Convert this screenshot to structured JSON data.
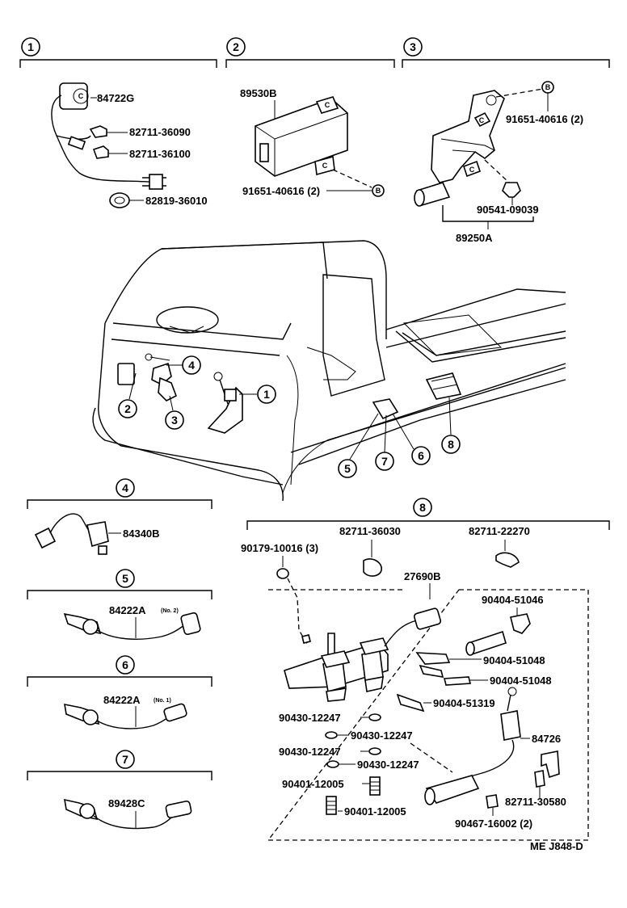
{
  "sections": {
    "s1": "1",
    "s2": "2",
    "s3": "3",
    "s4": "4",
    "s5": "5",
    "s6": "6",
    "s7": "7",
    "s8": "8"
  },
  "callouts": {
    "c1": "1",
    "c2": "2",
    "c3": "3",
    "c4": "4",
    "c5": "5",
    "c6": "6",
    "c7": "7",
    "c8": "8",
    "b1": "B",
    "b2": "B"
  },
  "parts": {
    "p84722G": "84722G",
    "p82711_36090": "82711-36090",
    "p82711_36100": "82711-36100",
    "p82819_36010": "82819-36010",
    "p89530B": "89530B",
    "p91651_40616_a": "91651-40616 (2)",
    "p91651_40616_b": "91651-40616 (2)",
    "p90541_09039": "90541-09039",
    "p89250A": "89250A",
    "p84340B": "84340B",
    "p84222A_2": "84222A",
    "p84222A_2_note": "(No. 2)",
    "p84222A_1": "84222A",
    "p84222A_1_note": "(No. 1)",
    "p89428C": "89428C",
    "p90179_10016": "90179-10016 (3)",
    "p82711_36030": "82711-36030",
    "p82711_22270": "82711-22270",
    "p27690B": "27690B",
    "p90404_51046": "90404-51046",
    "p90404_51048_a": "90404-51048",
    "p90404_51048_b": "90404-51048",
    "p90404_51319": "90404-51319",
    "p90430_12247_a": "90430-12247",
    "p90430_12247_b": "90430-12247",
    "p90430_12247_c": "90430-12247",
    "p90430_12247_d": "90430-12247",
    "p84726": "84726",
    "p90401_12005_a": "90401-12005",
    "p90401_12005_b": "90401-12005",
    "p82711_30580": "82711-30580",
    "p90467_16002": "90467-16002 (2)"
  },
  "footer": {
    "code": "ME J848-D"
  },
  "icons": [
    "circled-number",
    "circled-letter-b",
    "switch-part",
    "connector",
    "clamp",
    "bolt",
    "washer"
  ]
}
